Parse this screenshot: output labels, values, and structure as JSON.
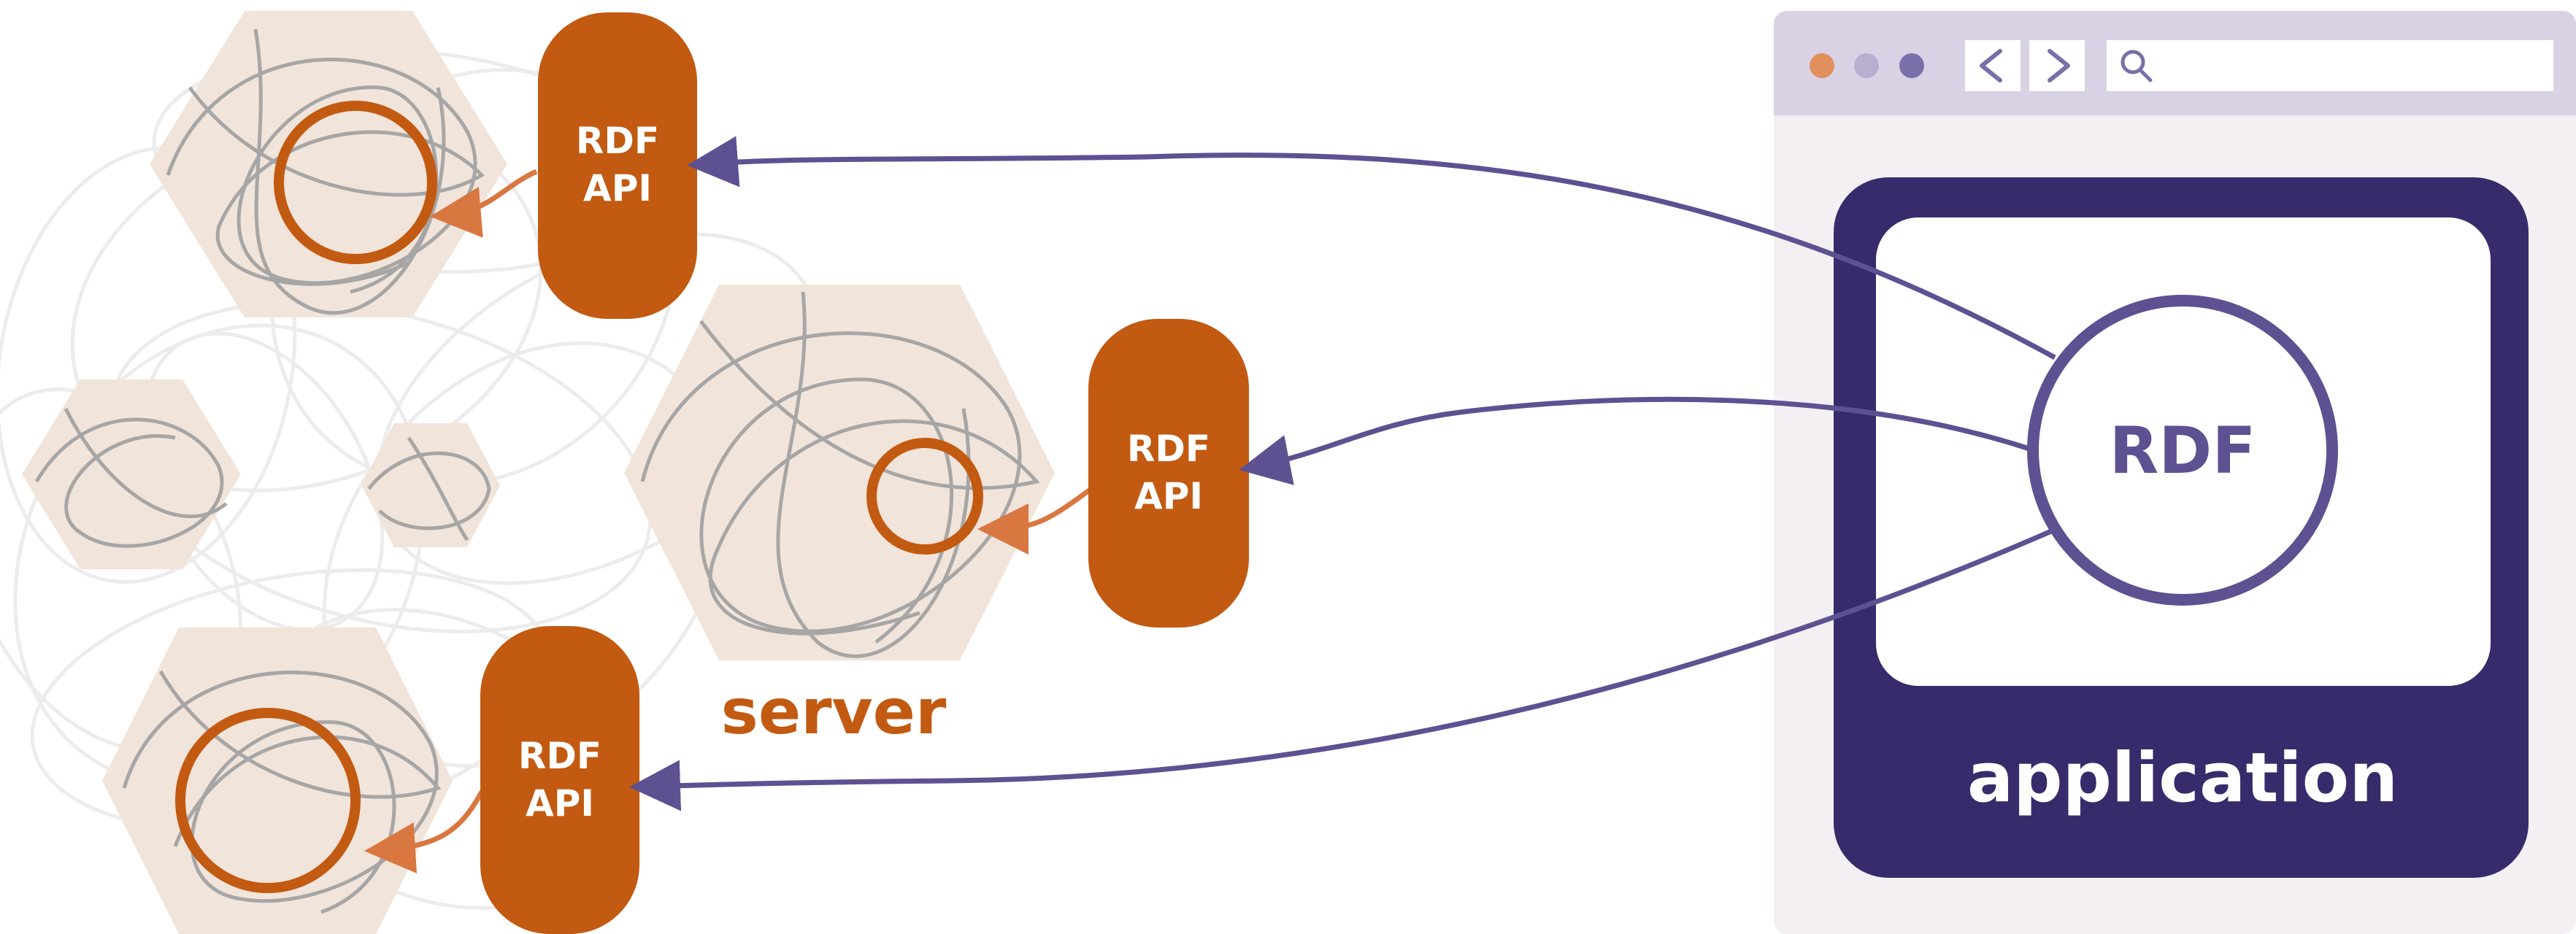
{
  "server": {
    "label": "server"
  },
  "apis": [
    {
      "line1": "RDF",
      "line2": "API"
    },
    {
      "line1": "RDF",
      "line2": "API"
    },
    {
      "line1": "RDF",
      "line2": "API"
    }
  ],
  "application": {
    "label": "application",
    "rdf_label": "RDF"
  },
  "browser": {
    "window_dots": [
      "close-dot",
      "minimize-dot",
      "maximize-dot"
    ],
    "nav_icons": [
      "back-icon",
      "forward-icon"
    ],
    "search_icon": "search-icon",
    "address_value": ""
  },
  "colors": {
    "orange": "#c25a12",
    "orange_light": "#d97740",
    "purple_dark": "#382b6b",
    "purple_mid": "#5e5192",
    "purple_light": "#d8d2e4",
    "browser_bg": "#f4eff3",
    "hex_fill": "#f1e4da",
    "scribble": "#a6a6a6"
  }
}
